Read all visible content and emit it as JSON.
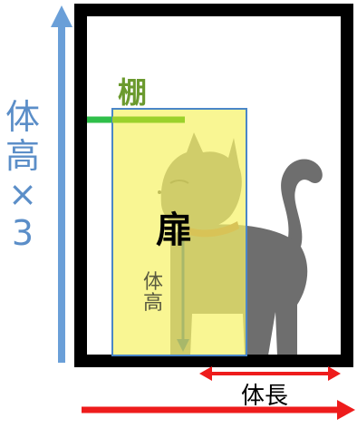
{
  "labels": {
    "shelf": "棚",
    "door": "扉",
    "height_inner": [
      "体",
      "高"
    ],
    "height_x3": [
      "体",
      "高",
      "×",
      "3"
    ],
    "body_length": "体長"
  },
  "colors": {
    "frame": "#000000",
    "door_fill": "#f6f36a",
    "door_border": "#4a86c8",
    "shelf": "#2fbf4a",
    "shelf_highlight": "#9bd12b",
    "shelf_label": "#6b9a2e",
    "height_arrow": "#6a9fd8",
    "inner_arrow": "#a8b86a",
    "length_arrow": "#ee1c1c",
    "cat_body": "#6e6e6e",
    "cat_front": "#a8a658"
  },
  "icons": {
    "cat": "cat-icon"
  }
}
